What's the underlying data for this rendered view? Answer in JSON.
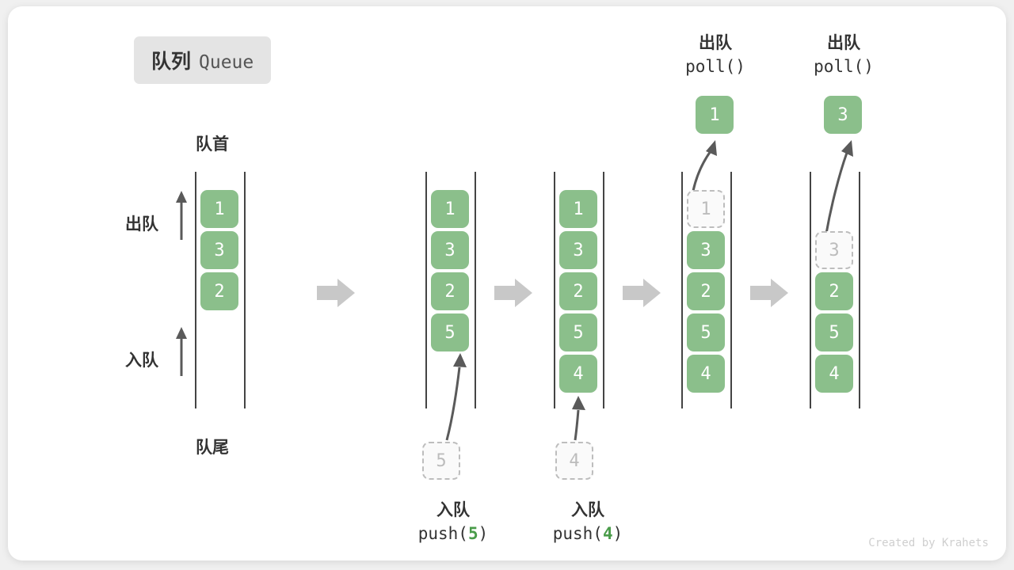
{
  "title": {
    "cn": "队列",
    "en": "Queue"
  },
  "labels": {
    "front": "队首",
    "rear": "队尾",
    "dequeue_side": "出队",
    "enqueue_side": "入队"
  },
  "footer": "Created by Krahets",
  "colors": {
    "element": "#8bbf8b",
    "ghost_border": "#bdbdbd",
    "rail": "#444444",
    "arrow": "#5a5a5a",
    "transition_arrow": "#c8c8c8",
    "badge_bg": "#e4e4e4",
    "arg_green": "#4a9c4a"
  },
  "operations": {
    "push5": {
      "cn": "入队",
      "fn": "push(",
      "arg": "5",
      "close": ")"
    },
    "push4": {
      "cn": "入队",
      "fn": "push(",
      "arg": "4",
      "close": ")"
    },
    "poll1": {
      "cn": "出队",
      "fn": "poll(",
      "arg": "",
      "close": ")"
    },
    "poll2": {
      "cn": "出队",
      "fn": "poll(",
      "arg": "",
      "close": ")"
    }
  },
  "columns": [
    {
      "id": "state-initial",
      "cells": [
        {
          "value": "1",
          "state": "solid"
        },
        {
          "value": "3",
          "state": "solid"
        },
        {
          "value": "2",
          "state": "solid"
        }
      ],
      "incoming": null,
      "outgoing": null
    },
    {
      "id": "state-after-push5",
      "cells": [
        {
          "value": "1",
          "state": "solid"
        },
        {
          "value": "3",
          "state": "solid"
        },
        {
          "value": "2",
          "state": "solid"
        },
        {
          "value": "5",
          "state": "solid"
        }
      ],
      "incoming": {
        "value": "5",
        "state": "ghost"
      },
      "outgoing": null
    },
    {
      "id": "state-after-push4",
      "cells": [
        {
          "value": "1",
          "state": "solid"
        },
        {
          "value": "3",
          "state": "solid"
        },
        {
          "value": "2",
          "state": "solid"
        },
        {
          "value": "5",
          "state": "solid"
        },
        {
          "value": "4",
          "state": "solid"
        }
      ],
      "incoming": {
        "value": "4",
        "state": "ghost"
      },
      "outgoing": null
    },
    {
      "id": "state-after-poll-1",
      "cells": [
        {
          "value": "1",
          "state": "ghost"
        },
        {
          "value": "3",
          "state": "solid"
        },
        {
          "value": "2",
          "state": "solid"
        },
        {
          "value": "5",
          "state": "solid"
        },
        {
          "value": "4",
          "state": "solid"
        }
      ],
      "incoming": null,
      "outgoing": {
        "value": "1",
        "state": "solid"
      }
    },
    {
      "id": "state-after-poll-3",
      "cells": [
        {
          "value": "",
          "state": "empty"
        },
        {
          "value": "3",
          "state": "ghost"
        },
        {
          "value": "2",
          "state": "solid"
        },
        {
          "value": "5",
          "state": "solid"
        },
        {
          "value": "4",
          "state": "solid"
        }
      ],
      "incoming": null,
      "outgoing": {
        "value": "3",
        "state": "solid"
      }
    }
  ]
}
